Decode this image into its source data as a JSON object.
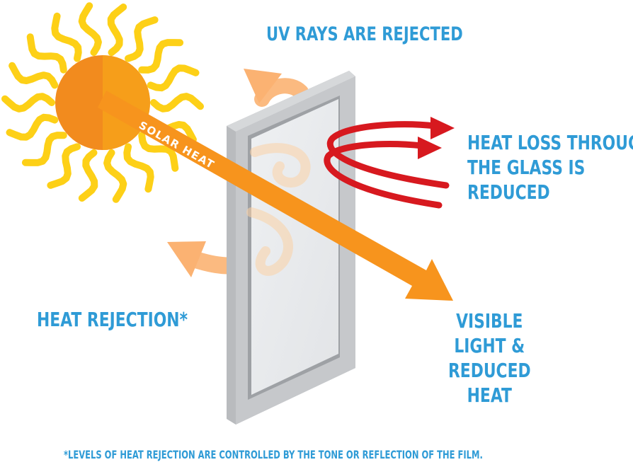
{
  "labels": {
    "uv": "UV RAYS ARE REJECTED",
    "heat_loss": [
      "HEAT LOSS THROUGH",
      "THE GLASS IS",
      "REDUCED"
    ],
    "heat_rejection": "HEAT REJECTION*",
    "visible": [
      "VISIBLE",
      "LIGHT &",
      "REDUCED",
      "HEAT"
    ],
    "solar_heat": "SOLAR HEAT",
    "footnote": "*LEVELS OF HEAT REJECTION ARE CONTROLLED BY THE TONE OR REFLECTION OF THE FILM."
  },
  "colors": {
    "label_blue": "#2f9bd6",
    "solar_beam": "#f7941d",
    "reflected_arrow": "#fbb272",
    "heat_loss_arrow": "#d7191f",
    "sun_rays": "#fdd017",
    "sun_core": "#f28b1e",
    "window_frame": "#bfc1c4"
  }
}
